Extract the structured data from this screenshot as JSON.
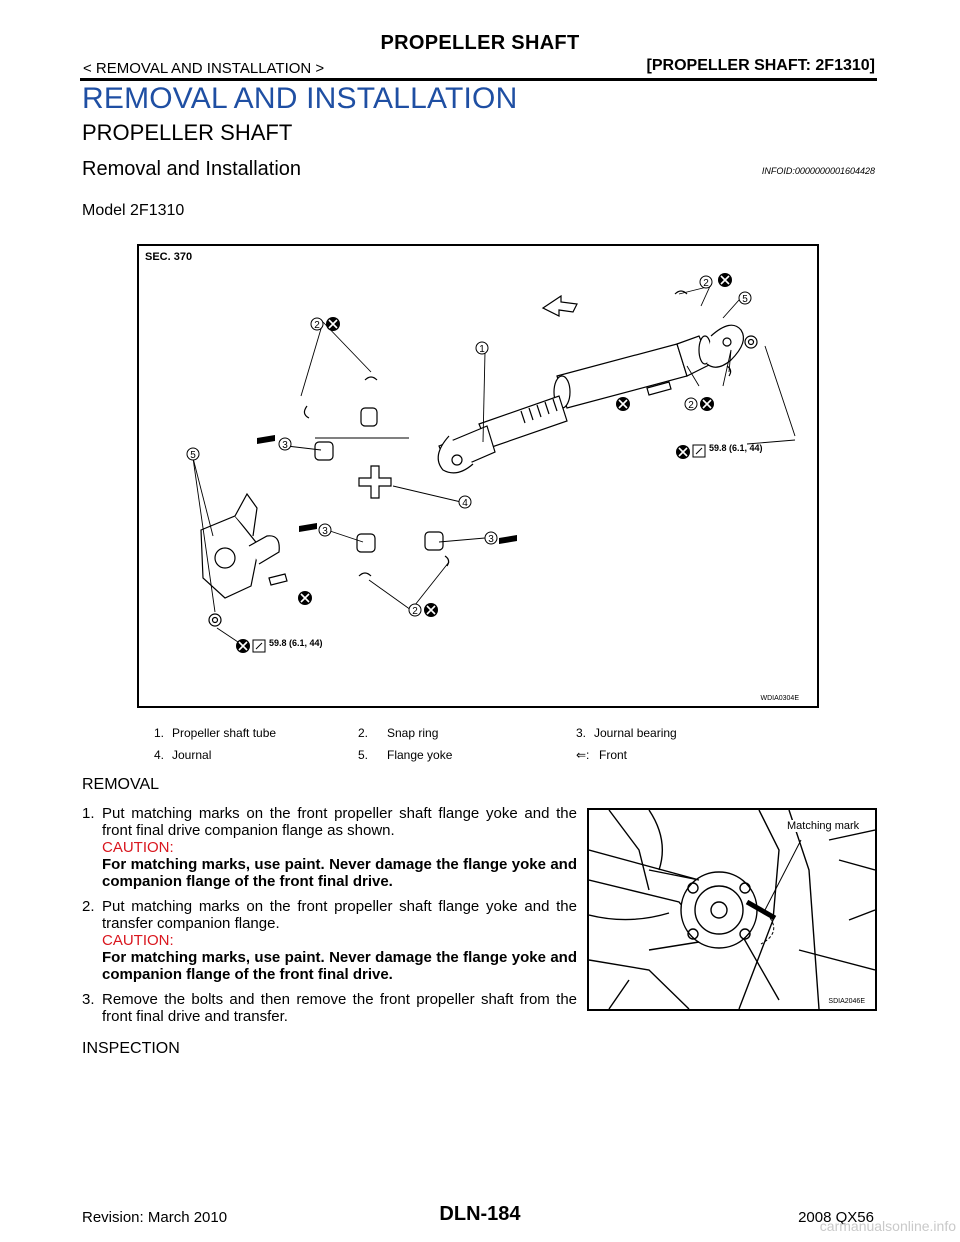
{
  "header": {
    "section_title": "PROPELLER SHAFT",
    "breadcrumb": "< REMOVAL AND INSTALLATION >",
    "model_bracket": "[PROPELLER SHAFT: 2F1310]"
  },
  "headings": {
    "h1": "REMOVAL AND INSTALLATION",
    "h2": "PROPELLER SHAFT",
    "h3": "Removal and Installation",
    "info_id": "INFOID:0000000001604428",
    "model_line": "Model 2F1310"
  },
  "figure1": {
    "sec_label": "SEC. 370",
    "code": "WDIA0304E",
    "torque_right": "59.8 (6.1, 44)",
    "torque_bottom": "59.8 (6.1, 44)",
    "callouts": [
      "1",
      "2",
      "2",
      "2",
      "2",
      "3",
      "3",
      "3",
      "4",
      "5",
      "5"
    ]
  },
  "legend": {
    "rows": [
      [
        {
          "key": "1.",
          "text": "Propeller shaft tube"
        },
        {
          "key": "2.",
          "text": "Snap ring"
        },
        {
          "key": "3.",
          "text": "Journal bearing"
        }
      ],
      [
        {
          "key": "4.",
          "text": "Journal"
        },
        {
          "key": "5.",
          "text": "Flange yoke"
        },
        {
          "key": "⇐:",
          "text": "Front"
        }
      ]
    ]
  },
  "removal": {
    "heading": "REMOVAL",
    "steps": [
      {
        "num": "1.",
        "text": "Put matching marks on the front propeller shaft flange yoke and the front final drive companion flange as shown.",
        "caution_label": "CAUTION:",
        "caution_text": "For matching marks, use paint. Never damage the flange yoke and companion flange of the front final drive."
      },
      {
        "num": "2.",
        "text": "Put matching marks on the front propeller shaft flange yoke and the transfer companion flange.",
        "caution_label": "CAUTION:",
        "caution_text": "For matching marks, use paint. Never damage the flange yoke and companion flange of the front final drive."
      },
      {
        "num": "3.",
        "text": "Remove the bolts and then remove the front propeller shaft from the front final drive and transfer.",
        "caution_label": "",
        "caution_text": ""
      }
    ]
  },
  "figure2": {
    "label": "Matching mark",
    "code": "SDIA2046E"
  },
  "inspection": {
    "heading": "INSPECTION"
  },
  "footer": {
    "revision": "Revision: March 2010",
    "page_code": "DLN-184",
    "vehicle": "2008 QX56",
    "watermark": "carmanualsonline.info"
  }
}
